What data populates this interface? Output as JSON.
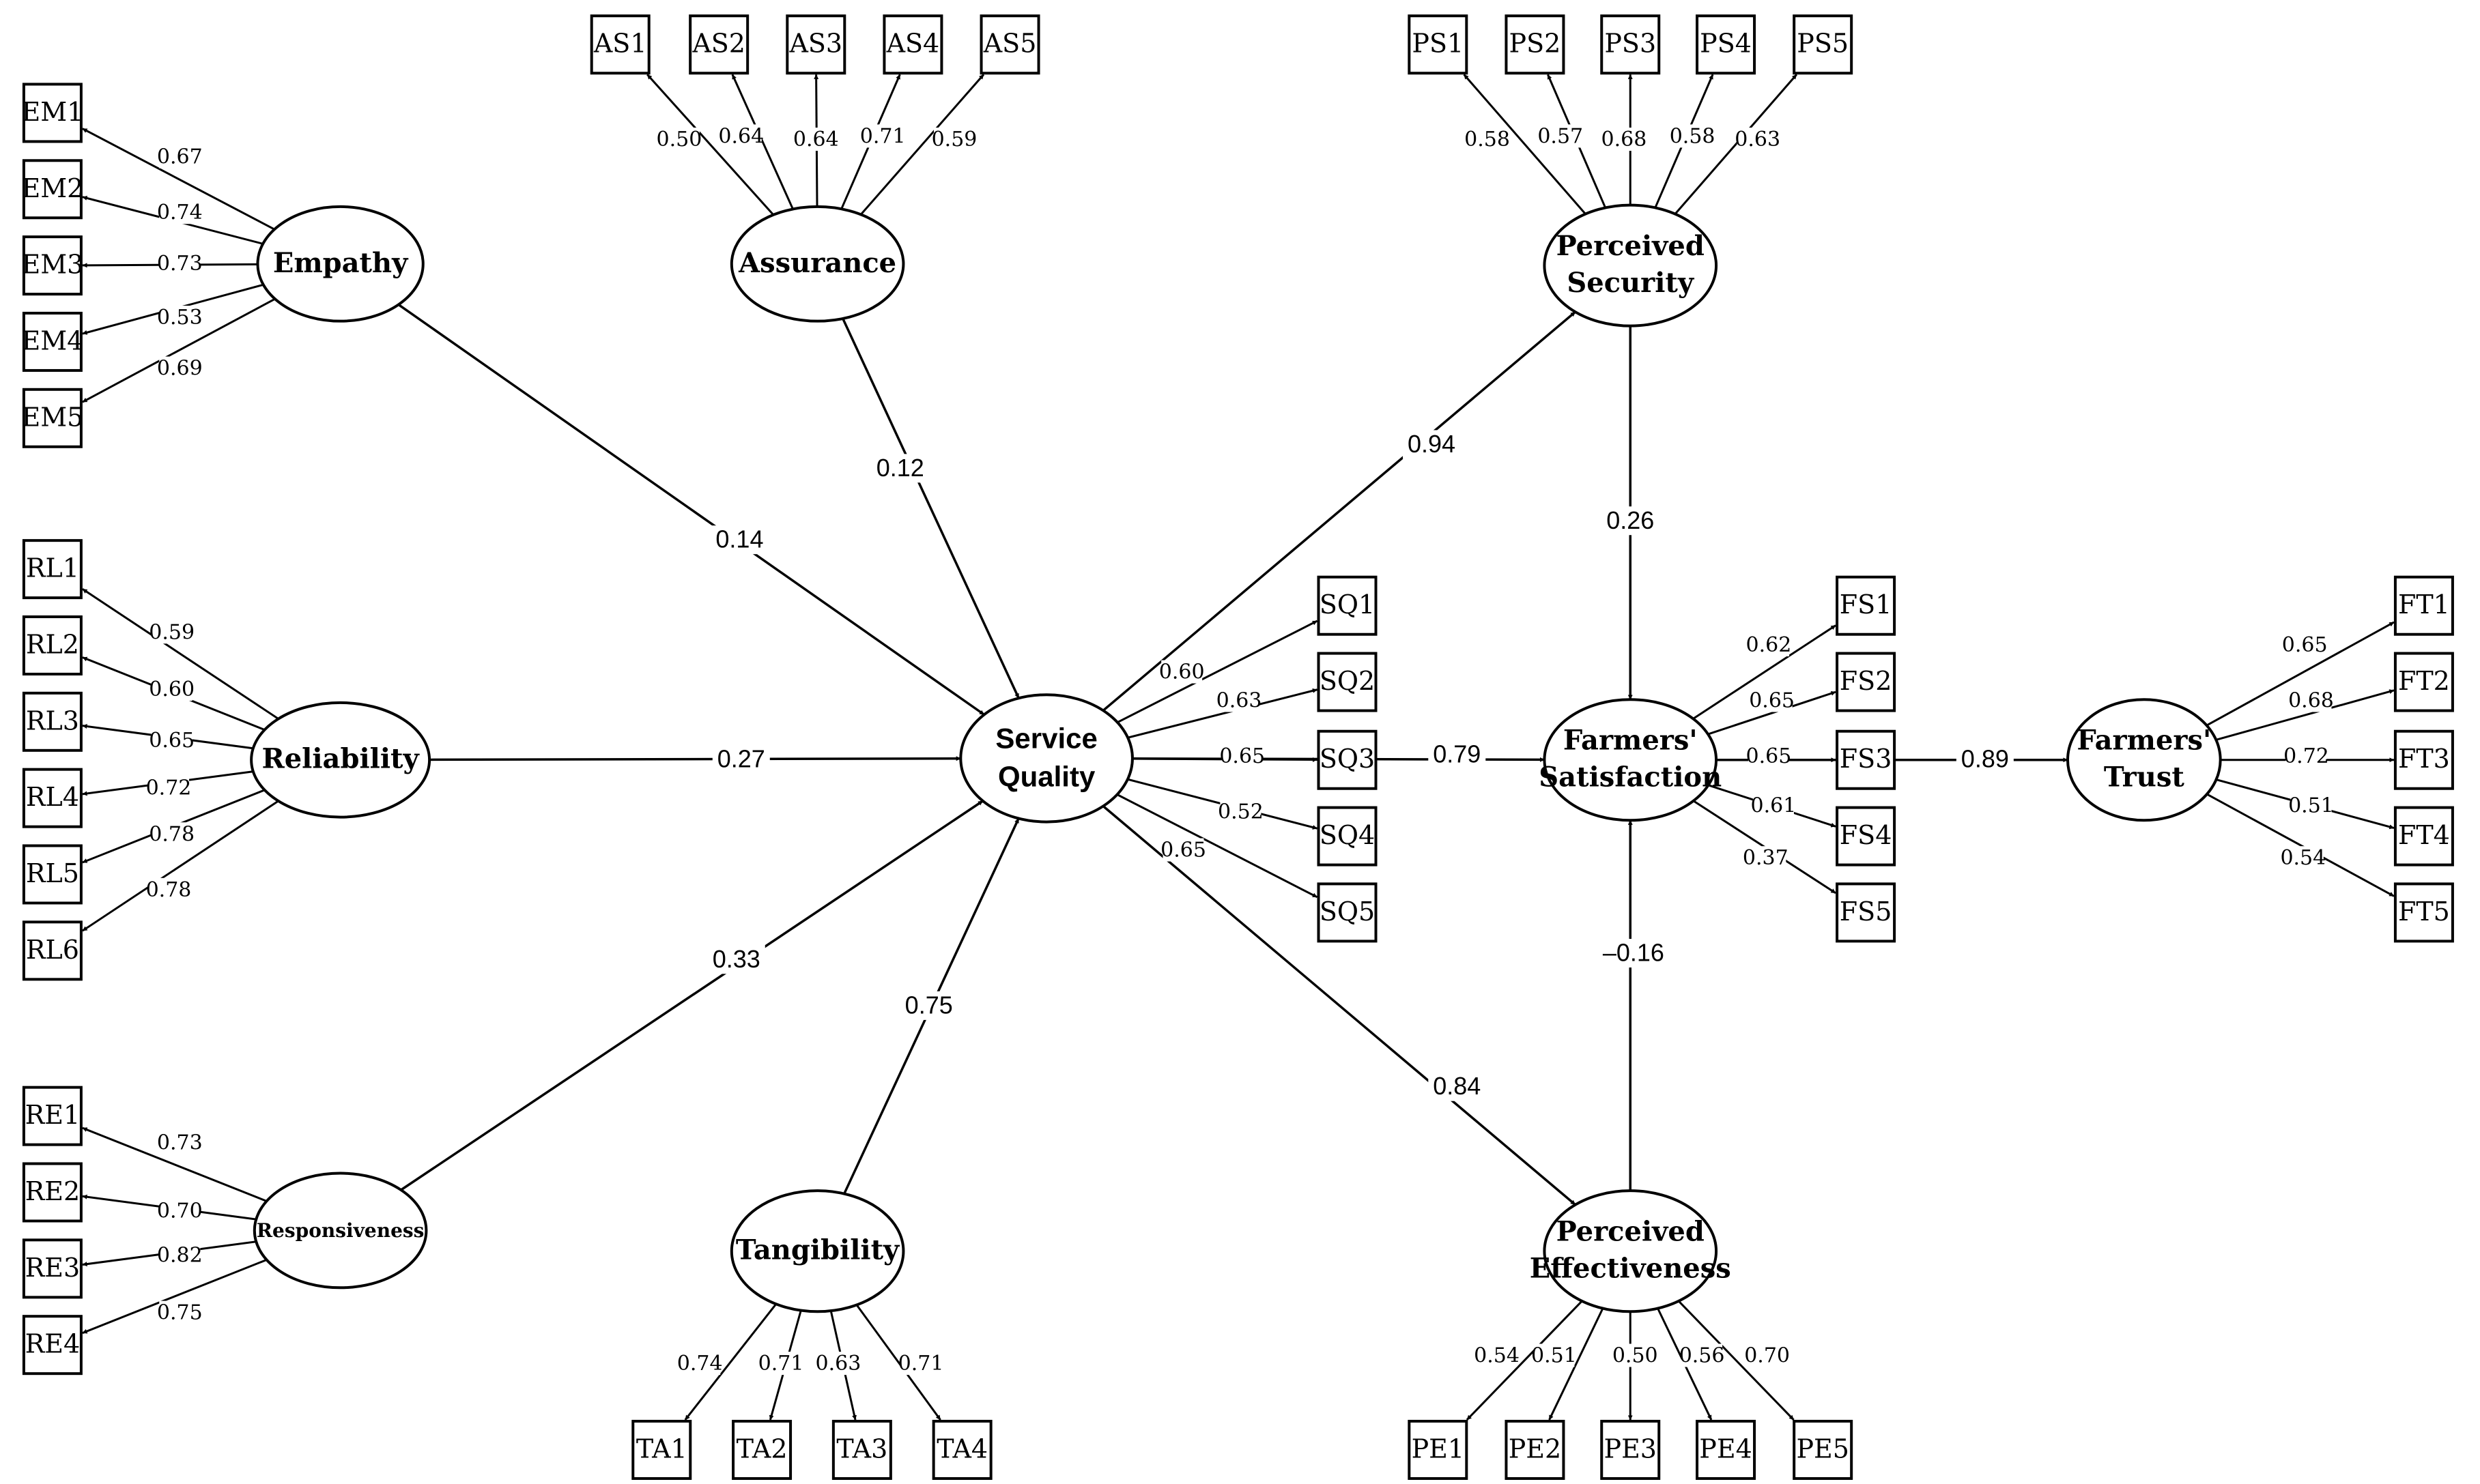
{
  "latents": {
    "empathy": "Empathy",
    "assurance": "Assurance",
    "reliability": "Reliability",
    "responsiveness": "Responsiveness",
    "tangibility": "Tangibility",
    "service_quality": [
      "Service",
      "Quality"
    ],
    "perceived_security": [
      "Perceived",
      "Security"
    ],
    "farmers_satisfaction": [
      "Farmers'",
      "Satisfaction"
    ],
    "perceived_effectiveness": [
      "Perceived",
      "Effectiveness"
    ],
    "farmers_trust": [
      "Farmers'",
      "Trust"
    ]
  },
  "indicators": {
    "empathy": [
      "EM1",
      "EM2",
      "EM3",
      "EM4",
      "EM5"
    ],
    "assurance": [
      "AS1",
      "AS2",
      "AS3",
      "AS4",
      "AS5"
    ],
    "reliability": [
      "RL1",
      "RL2",
      "RL3",
      "RL4",
      "RL5",
      "RL6"
    ],
    "responsiveness": [
      "RE1",
      "RE2",
      "RE3",
      "RE4"
    ],
    "tangibility": [
      "TA1",
      "TA2",
      "TA3",
      "TA4"
    ],
    "service_quality": [
      "SQ1",
      "SQ2",
      "SQ3",
      "SQ4",
      "SQ5"
    ],
    "perceived_security": [
      "PS1",
      "PS2",
      "PS3",
      "PS4",
      "PS5"
    ],
    "farmers_satisfaction": [
      "FS1",
      "FS2",
      "FS3",
      "FS4",
      "FS5"
    ],
    "perceived_effectiveness": [
      "PE1",
      "PE2",
      "PE3",
      "PE4",
      "PE5"
    ],
    "farmers_trust": [
      "FT1",
      "FT2",
      "FT3",
      "FT4",
      "FT5"
    ]
  },
  "loadings": {
    "empathy": [
      "0.67",
      "0.74",
      "0.73",
      "0.53",
      "0.69"
    ],
    "assurance": [
      "0.50",
      "0.64",
      "0.64",
      "0.71",
      "0.59"
    ],
    "reliability": [
      "0.59",
      "0.60",
      "0.65",
      "0.72",
      "0.78",
      "0.78"
    ],
    "responsiveness": [
      "0.73",
      "0.70",
      "0.82",
      "0.75"
    ],
    "tangibility": [
      "0.74",
      "0.71",
      "0.63",
      "0.71"
    ],
    "service_quality": [
      "0.60",
      "0.63",
      "0.65",
      "0.52",
      "0.65"
    ],
    "perceived_security": [
      "0.58",
      "0.57",
      "0.68",
      "0.58",
      "0.63"
    ],
    "farmers_satisfaction": [
      "0.62",
      "0.65",
      "0.65",
      "0.61",
      "0.37"
    ],
    "perceived_effectiveness": [
      "0.54",
      "0.51",
      "0.50",
      "0.56",
      "0.70"
    ],
    "farmers_trust": [
      "0.65",
      "0.68",
      "0.72",
      "0.51",
      "0.54"
    ]
  },
  "paths": {
    "empathy_sq": "0.14",
    "assurance_sq": "0.12",
    "reliability_sq": "0.27",
    "responsiveness_sq": "0.33",
    "tangibility_sq": "0.75",
    "sq_security": "0.94",
    "sq_satisfaction": "0.79",
    "sq_effectiveness": "0.84",
    "security_satisfaction": "0.26",
    "effectiveness_satisfaction": "–0.16",
    "satisfaction_trust": "0.89"
  }
}
